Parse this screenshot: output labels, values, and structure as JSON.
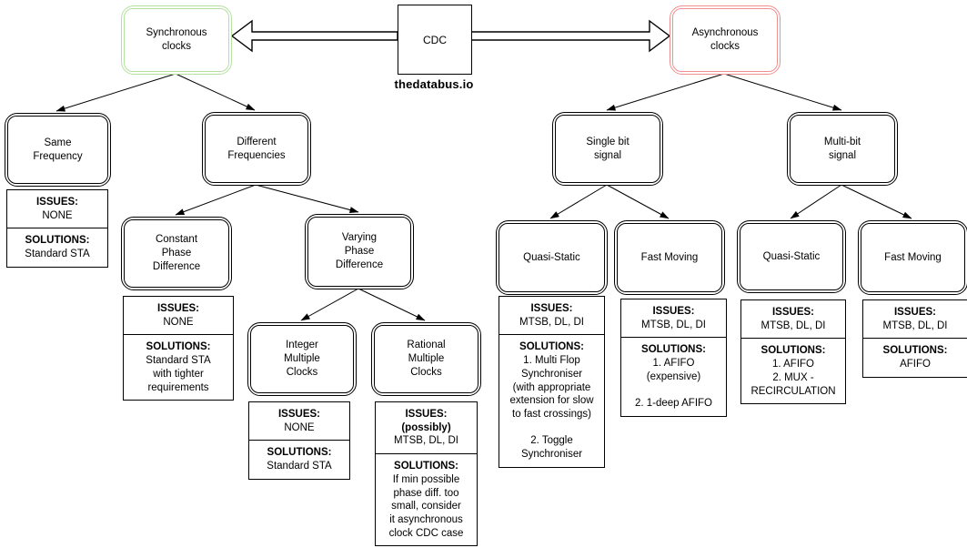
{
  "brand": "thedatabus.io",
  "colors": {
    "synchronous_border": "#b5e2a3",
    "asynchronous_border": "#f08f8f",
    "line": "#000000",
    "background": "#ffffff"
  },
  "nodes": {
    "cdc": {
      "label": "CDC"
    },
    "synchronous": {
      "label": "Synchronous\nclocks"
    },
    "asynchronous": {
      "label": "Asynchronous\nclocks"
    },
    "same_frequency": {
      "label": "Same\nFrequency"
    },
    "different_frequencies": {
      "label": "Different\nFrequencies"
    },
    "constant_phase": {
      "label": "Constant\nPhase\nDifference"
    },
    "varying_phase": {
      "label": "Varying\nPhase\nDifference"
    },
    "integer_multiple": {
      "label": "Integer\nMultiple\nClocks"
    },
    "rational_multiple": {
      "label": "Rational\nMultiple\nClocks"
    },
    "single_bit": {
      "label": "Single bit\nsignal"
    },
    "multi_bit": {
      "label": "Multi-bit\nsignal"
    },
    "quasi_static_single": {
      "label": "Quasi-Static"
    },
    "fast_moving_single": {
      "label": "Fast Moving"
    },
    "quasi_static_multi": {
      "label": "Quasi-Static"
    },
    "fast_moving_multi": {
      "label": "Fast Moving"
    }
  },
  "tables": {
    "same_frequency": {
      "issues_label": "ISSUES:",
      "issues_body": "NONE",
      "solutions_label": "SOLUTIONS:",
      "solutions_body": "Standard STA"
    },
    "constant_phase": {
      "issues_label": "ISSUES:",
      "issues_body": "NONE",
      "solutions_label": "SOLUTIONS:",
      "solutions_body": "Standard STA\nwith tighter\nrequirements"
    },
    "integer_multiple": {
      "issues_label": "ISSUES:",
      "issues_body": "NONE",
      "solutions_label": "SOLUTIONS:",
      "solutions_body": "Standard STA"
    },
    "rational_multiple": {
      "issues_label": "ISSUES:\n(possibly)",
      "issues_body": "MTSB, DL, DI",
      "solutions_label": "SOLUTIONS:",
      "solutions_body": "If min possible\nphase diff. too\nsmall, consider\nit asynchronous\nclock CDC case"
    },
    "quasi_static_single": {
      "issues_label": "ISSUES:",
      "issues_body": "MTSB, DL, DI",
      "solutions_label": "SOLUTIONS:",
      "solutions_body": "1. Multi Flop\nSynchroniser\n(with appropriate\nextension for slow\nto fast crossings)\n\n2. Toggle\nSynchroniser"
    },
    "fast_moving_single": {
      "issues_label": "ISSUES:",
      "issues_body": "MTSB, DL, DI",
      "solutions_label": "SOLUTIONS:",
      "solutions_body": "1. AFIFO\n(expensive)\n\n2. 1-deep AFIFO"
    },
    "quasi_static_multi": {
      "issues_label": "ISSUES:",
      "issues_body": "MTSB, DL, DI",
      "solutions_label": "SOLUTIONS:",
      "solutions_body": "1. AFIFO\n2. MUX -\nRECIRCULATION"
    },
    "fast_moving_multi": {
      "issues_label": "ISSUES:",
      "issues_body": "MTSB, DL, DI",
      "solutions_label": "SOLUTIONS:",
      "solutions_body": "AFIFO"
    }
  }
}
